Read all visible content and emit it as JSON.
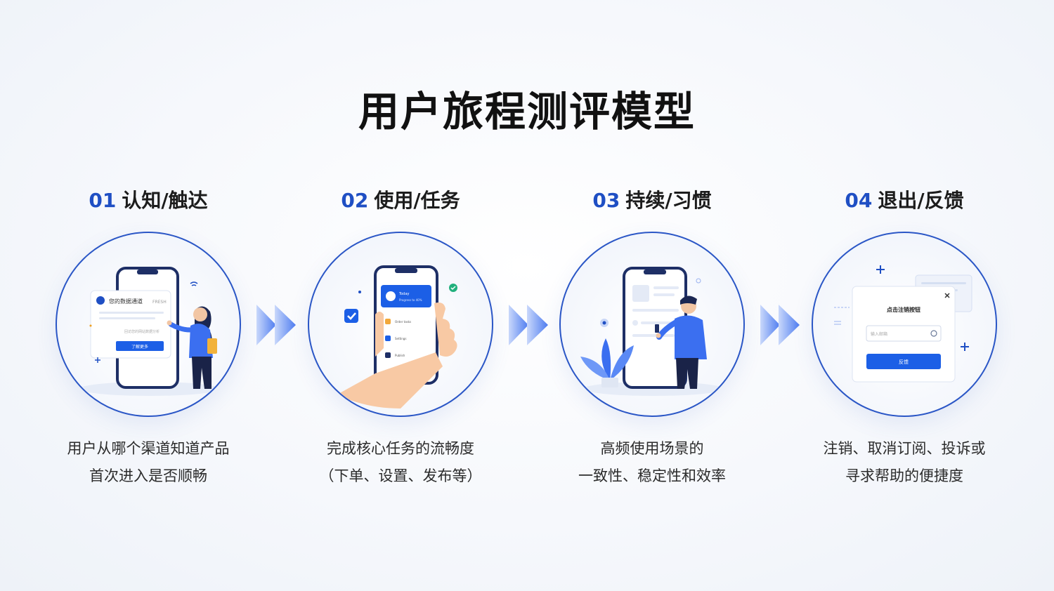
{
  "title": "用户旅程测评模型",
  "stages": [
    {
      "number": "01",
      "name": "认知/触达",
      "description": [
        "用户从哪个渠道知道产品",
        "首次进入是否顺畅"
      ],
      "illustration": {
        "card_title": "您的数据通道",
        "card_tag": "FRESH",
        "card_line": "回访您的网站数据分析",
        "button": "了解更多"
      }
    },
    {
      "number": "02",
      "name": "使用/任务",
      "description": [
        "完成核心任务的流畅度",
        "（下单、设置、发布等）"
      ],
      "illustration": {
        "card_title": "Today",
        "card_sub": "Progress to 40%",
        "list": [
          "Order tasks",
          "Settings",
          "Publish"
        ]
      }
    },
    {
      "number": "03",
      "name": "持续/习惯",
      "description": [
        "高频使用场景的",
        "一致性、稳定性和效率"
      ],
      "illustration": {}
    },
    {
      "number": "04",
      "name": "退出/反馈",
      "description": [
        "注销、取消订阅、投诉或",
        "寻求帮助的便捷度"
      ],
      "illustration": {
        "dialog_title": "点击注销按钮",
        "input_placeholder": "输入邮箱",
        "button": "反馈"
      }
    }
  ],
  "colors": {
    "accent": "#1f4fc4",
    "button": "#1c5fe6",
    "arrow": "#4f7df0"
  }
}
